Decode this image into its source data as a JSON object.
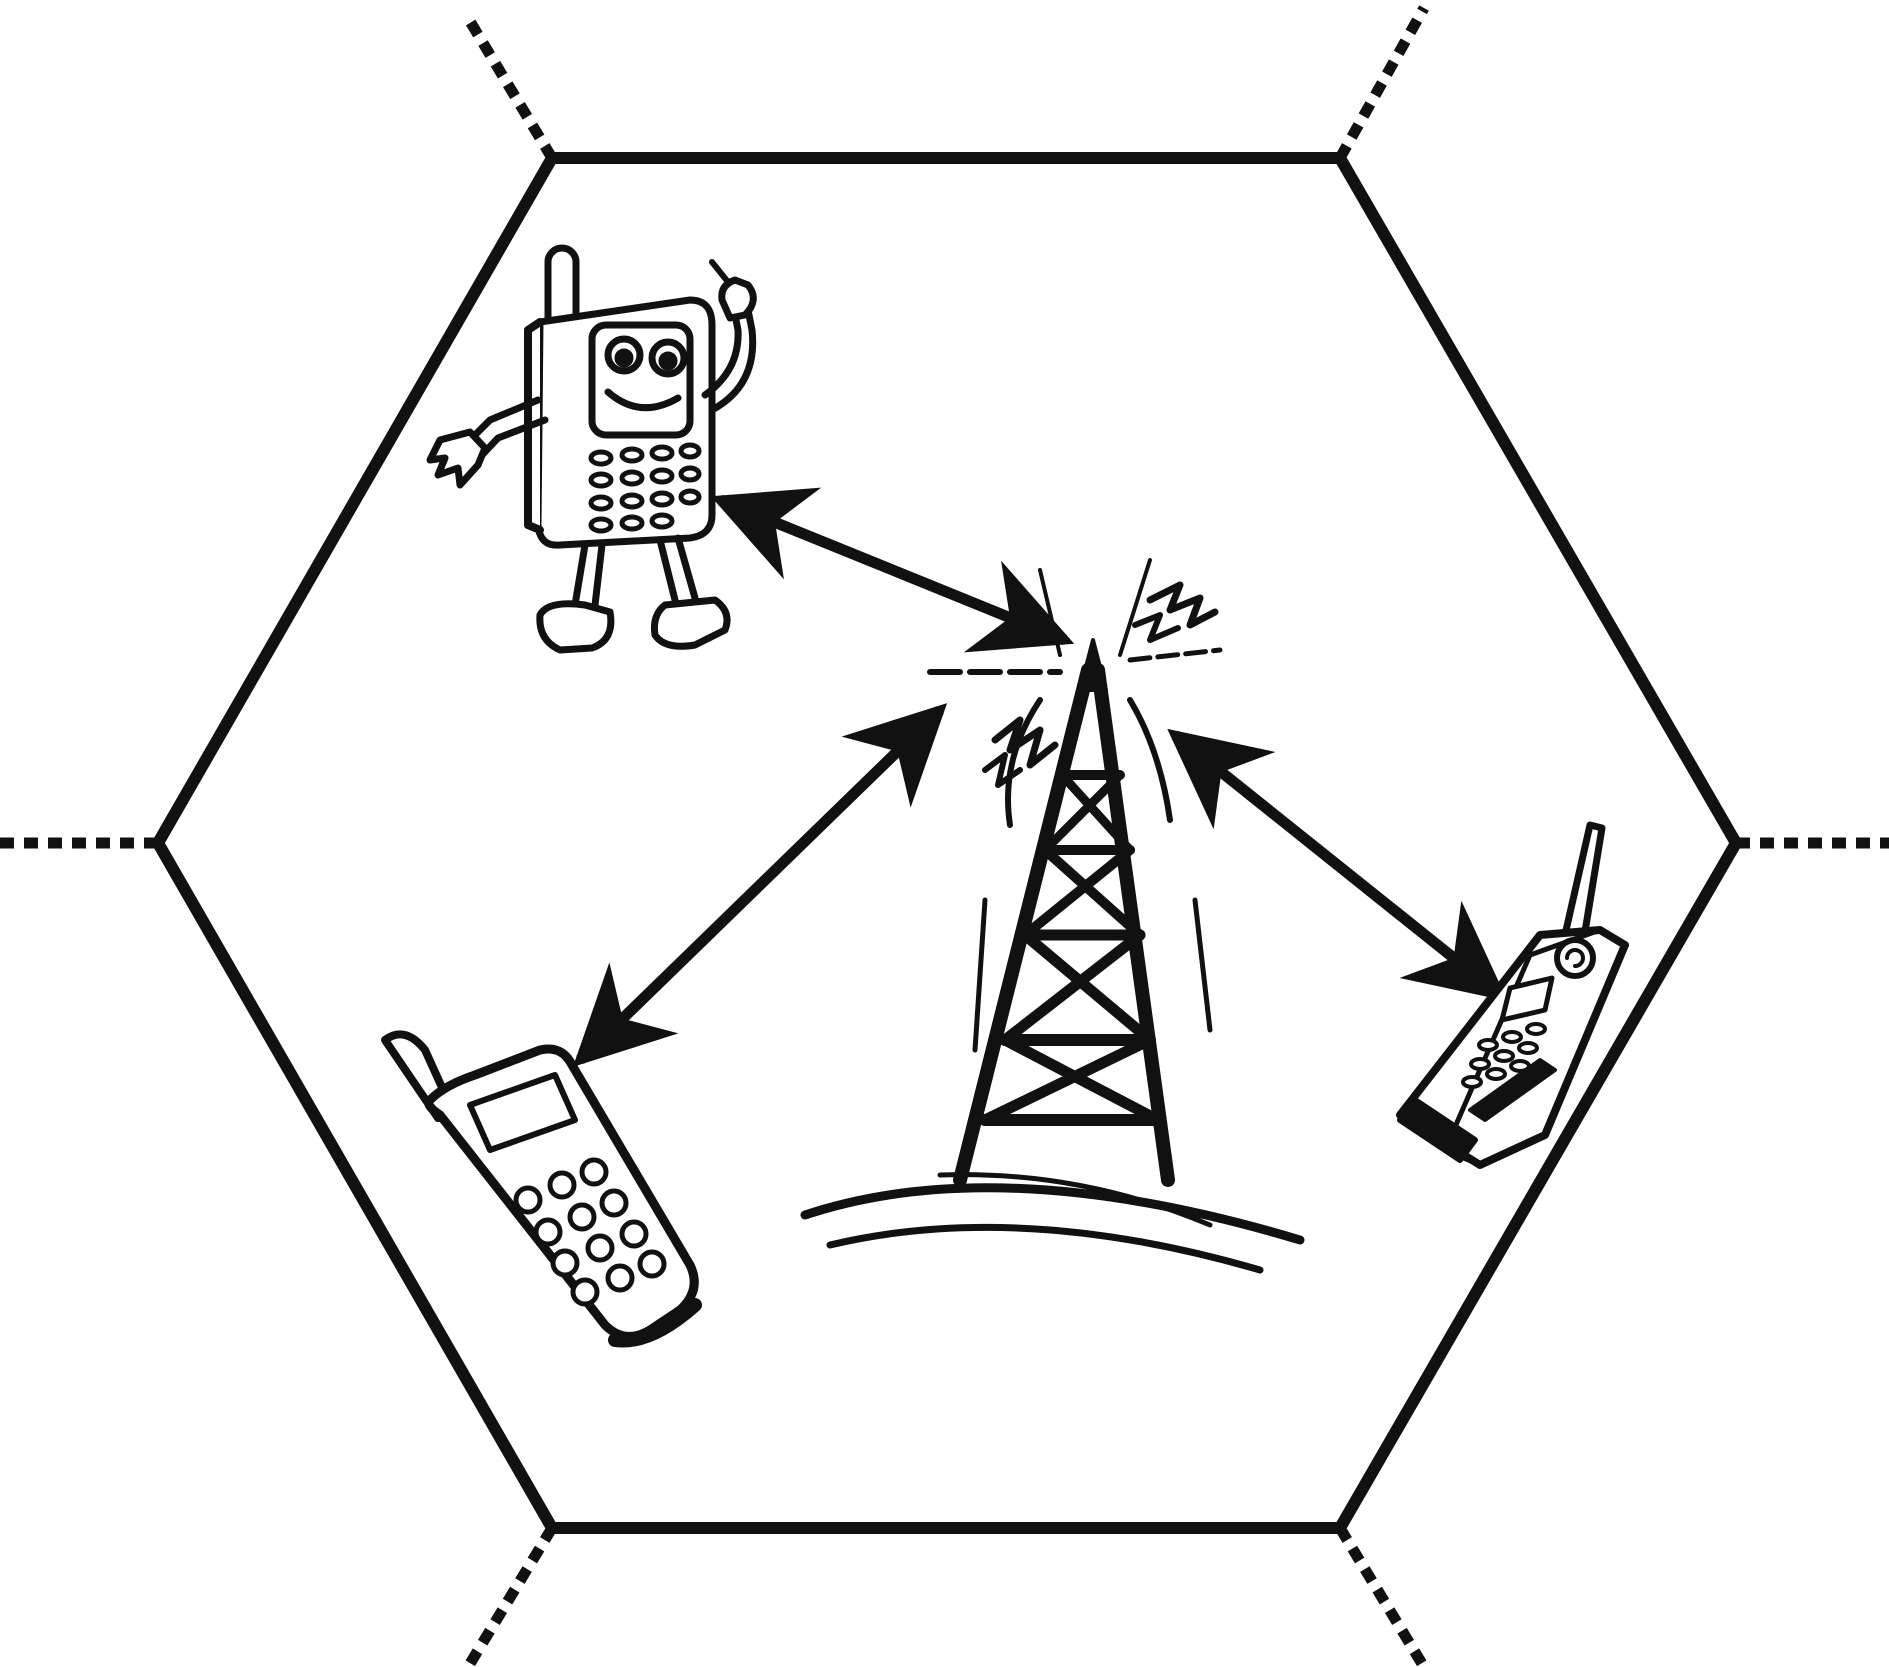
{
  "diagram": {
    "colors": {
      "ink": "#111111",
      "paper": "#ffffff"
    },
    "cell": {
      "shape": "hexagon",
      "border": "solid",
      "neighbor_edges": "dashed"
    },
    "center": {
      "icon": "radio-tower-icon"
    },
    "devices": [
      {
        "id": "cartoon-phone",
        "icon": "cartoon-phone-icon"
      },
      {
        "id": "flip-phone",
        "icon": "flip-phone-icon"
      },
      {
        "id": "brick-phone",
        "icon": "brick-phone-icon"
      }
    ],
    "links": [
      {
        "from": "radio-tower",
        "to": "cartoon-phone",
        "style": "double-arrow"
      },
      {
        "from": "radio-tower",
        "to": "flip-phone",
        "style": "double-arrow"
      },
      {
        "from": "radio-tower",
        "to": "brick-phone",
        "style": "double-arrow"
      }
    ]
  }
}
